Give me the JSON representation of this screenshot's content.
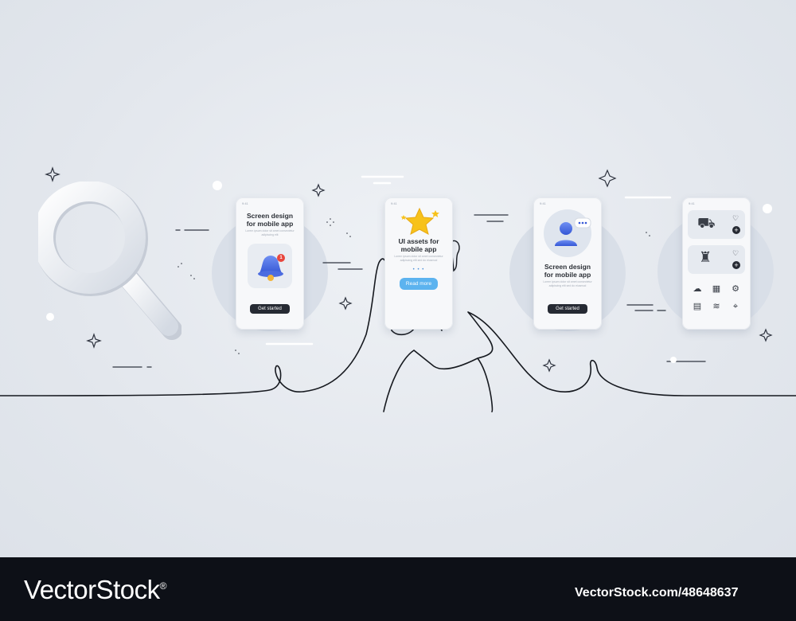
{
  "phones": [
    {
      "time": "9:41",
      "title_line1": "Screen design",
      "title_line2": "for mobile app",
      "body": "Lorem ipsum dolor sit amet consectetur adipiscing elit",
      "button": "Get started"
    },
    {
      "time": "9:41",
      "title_line1": "UI assets for",
      "title_line2": "mobile app",
      "body": "Lorem ipsum dolor sit amet consectetur adipiscing elit sed do eiusmod",
      "button": "Read more"
    },
    {
      "time": "9:41",
      "title_line1": "Screen design",
      "title_line2": "for mobile app",
      "body": "Lorem ipsum dolor sit amet consectetur adipiscing elit sed do eiusmod",
      "button": "Get started"
    },
    {
      "time": "9:41"
    }
  ],
  "notification_badge": "1",
  "icons": {
    "search": "magnifier-icon",
    "bell": "bell-icon",
    "star": "star-icon",
    "user": "user-icon",
    "chat": "chat-bubble-icon",
    "heart": "heart-icon",
    "plus": "plus-icon"
  },
  "colors": {
    "accent_blue": "#5cb3ef",
    "dark_button": "#262a33",
    "badge_red": "#e8453c",
    "star_yellow": "#f7c21b"
  },
  "footer": {
    "brand": "VectorStock",
    "registered": "®",
    "stock_id": "VectorStock.com/48648637"
  }
}
